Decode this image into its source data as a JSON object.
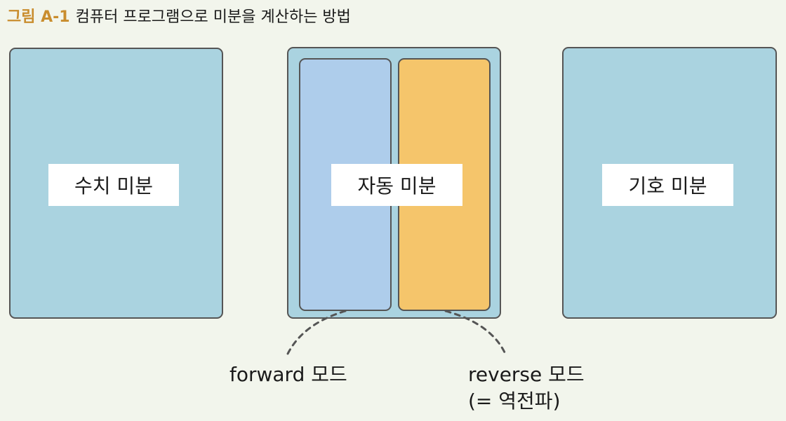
{
  "caption": {
    "figure_number": "그림 A-1",
    "title": "컴퓨터 프로그램으로 미분을 계산하는 방법"
  },
  "methods": {
    "numerical": "수치 미분",
    "automatic": "자동 미분",
    "symbolic": "기호 미분"
  },
  "modes": {
    "forward": "forward 모드",
    "reverse": "reverse 모드",
    "reverse_alias": "(= 역전파)"
  },
  "colors": {
    "background": "#f2f5ec",
    "outer_box": "#aad3e0",
    "forward_mode": "#aecdeb",
    "reverse_mode": "#f5c56b",
    "accent": "#c98d2e"
  }
}
